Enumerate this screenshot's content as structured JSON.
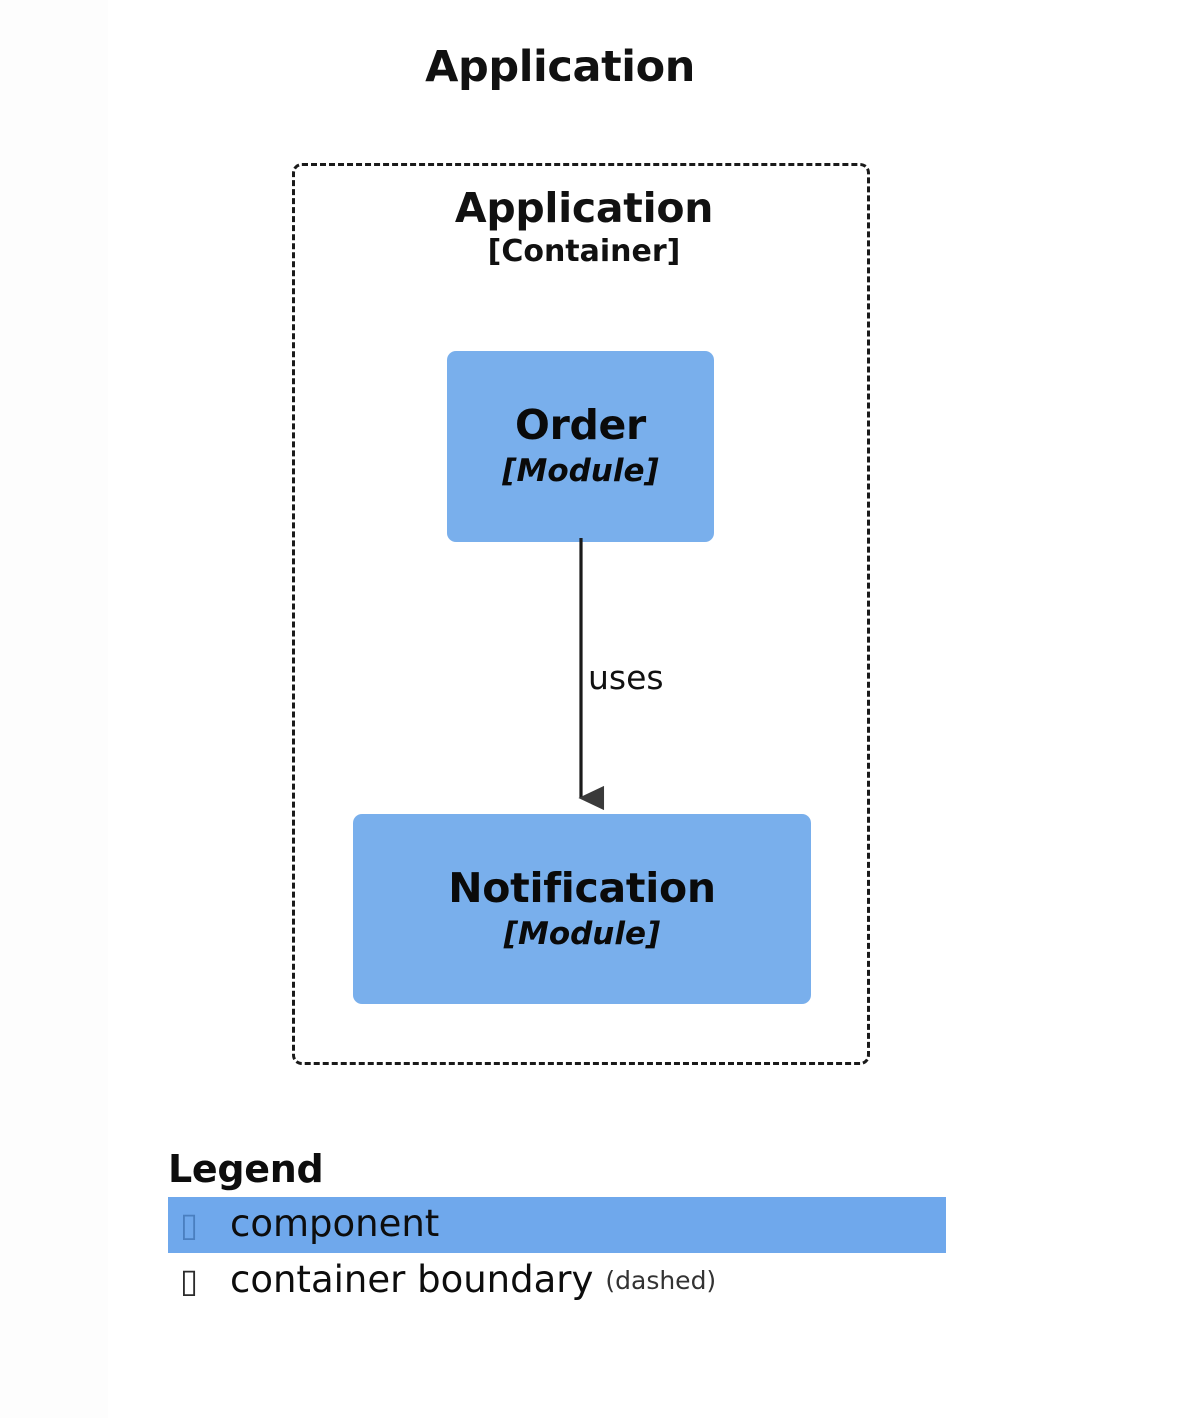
{
  "diagram": {
    "title": "Application",
    "type": "component-diagram",
    "background_color": "#ffffff"
  },
  "container": {
    "name": "Application",
    "type_label": "[Container]",
    "border_style": "dashed",
    "border_color": "#1a1a1a"
  },
  "components": [
    {
      "id": "order",
      "name": "Order",
      "type_label": "[Module]",
      "fill_color": "#79AFEC"
    },
    {
      "id": "notification",
      "name": "Notification",
      "type_label": "[Module]",
      "fill_color": "#79AFEC"
    }
  ],
  "relationships": [
    {
      "from": "order",
      "to": "notification",
      "label": "uses",
      "arrow": "down",
      "line_color": "#1a1a1a"
    }
  ],
  "legend": {
    "title": "Legend",
    "items": [
      {
        "swatch": "missing-glyph-box-icon",
        "swatch_char": "▯",
        "label": "component",
        "note": "",
        "highlighted": true,
        "highlight_color": "#6FA8EC"
      },
      {
        "swatch": "missing-glyph-box-icon",
        "swatch_char": "▯",
        "label": "container boundary",
        "note": "(dashed)",
        "highlighted": false,
        "highlight_color": ""
      }
    ]
  }
}
